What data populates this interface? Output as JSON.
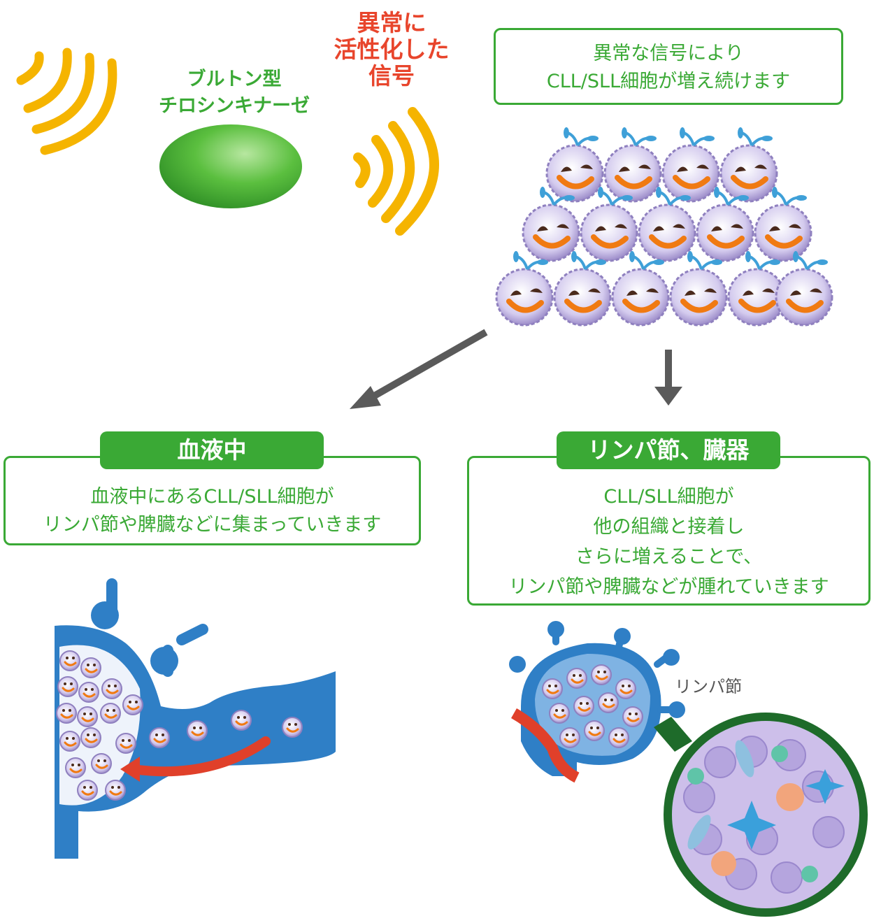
{
  "btk_label": {
    "line1": "ブルトン型",
    "line2": "チロシンキナーゼ"
  },
  "signal_label": {
    "line1": "異常に",
    "line2": "活性化した",
    "line3": "信号"
  },
  "top_box": {
    "line1": "異常な信号により",
    "line2": "CLL/SLL細胞が増え続けます"
  },
  "blood": {
    "title": "血液中",
    "line1": "血液中にあるCLL/SLL細胞が",
    "line2": "リンパ節や脾臓などに集まっていきます"
  },
  "lymph": {
    "title": "リンパ節、臓器",
    "line1": "CLL/SLL細胞が",
    "line2": "他の組織と接着し",
    "line3": "さらに増えることで、",
    "line4": "リンパ節や脾臓などが腫れていきます"
  },
  "lymph_node_label": "リンパ節",
  "colors": {
    "green": "#3aa935",
    "red": "#e8452c",
    "signal": "#f5b400",
    "cell": "#b7a9da",
    "vessel": "#2f7fc6",
    "arrow": "#5a5a5a"
  }
}
